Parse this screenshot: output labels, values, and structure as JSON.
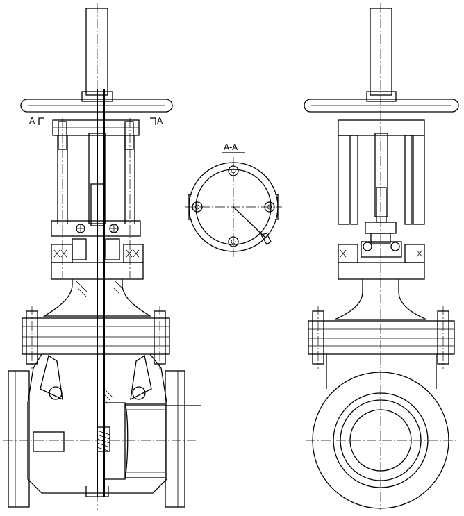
{
  "labels": {
    "section_left": "A",
    "section_right": "A",
    "section_title": "A-A"
  },
  "views": [
    "front-sectional-view",
    "side-view",
    "section-a-a-view"
  ]
}
